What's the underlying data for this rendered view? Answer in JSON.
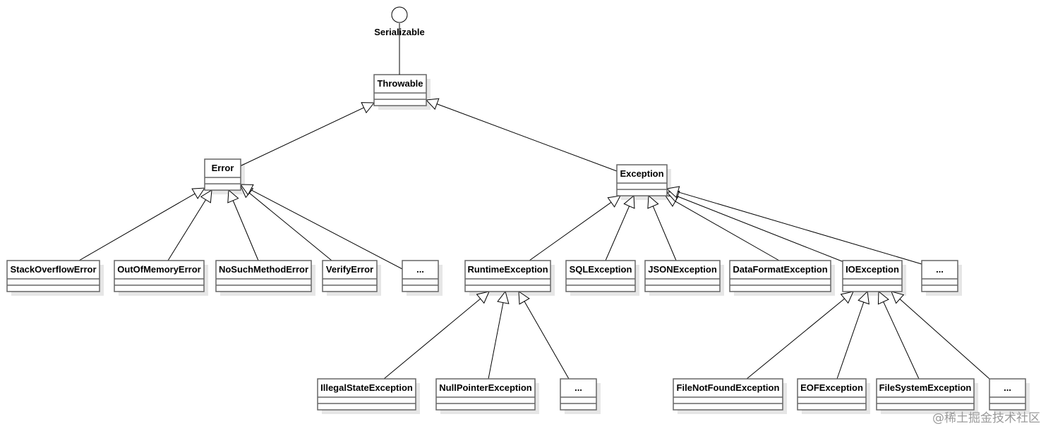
{
  "interface": {
    "label": "Serializable"
  },
  "classes": {
    "throwable": "Throwable",
    "error": "Error",
    "exception": "Exception",
    "stackoverflow": "StackOverflowError",
    "outofmemory": "OutOfMemoryError",
    "nosuchmethod": "NoSuchMethodError",
    "verify": "VerifyError",
    "error_more": "...",
    "runtime": "RuntimeException",
    "sql": "SQLException",
    "json": "JSONException",
    "dataformat": "DataFormatException",
    "io": "IOException",
    "exception_more": "...",
    "illegalstate": "IllegalStateException",
    "nullpointer": "NullPointerException",
    "runtime_more": "...",
    "filenotfound": "FileNotFoundException",
    "eof": "EOFException",
    "filesystem": "FileSystemException",
    "io_more": "..."
  },
  "watermark": "@稀土掘金技术社区",
  "colors": {
    "stroke": "#000000",
    "box_border": "#666666",
    "shadow": "#e6e6e6"
  }
}
